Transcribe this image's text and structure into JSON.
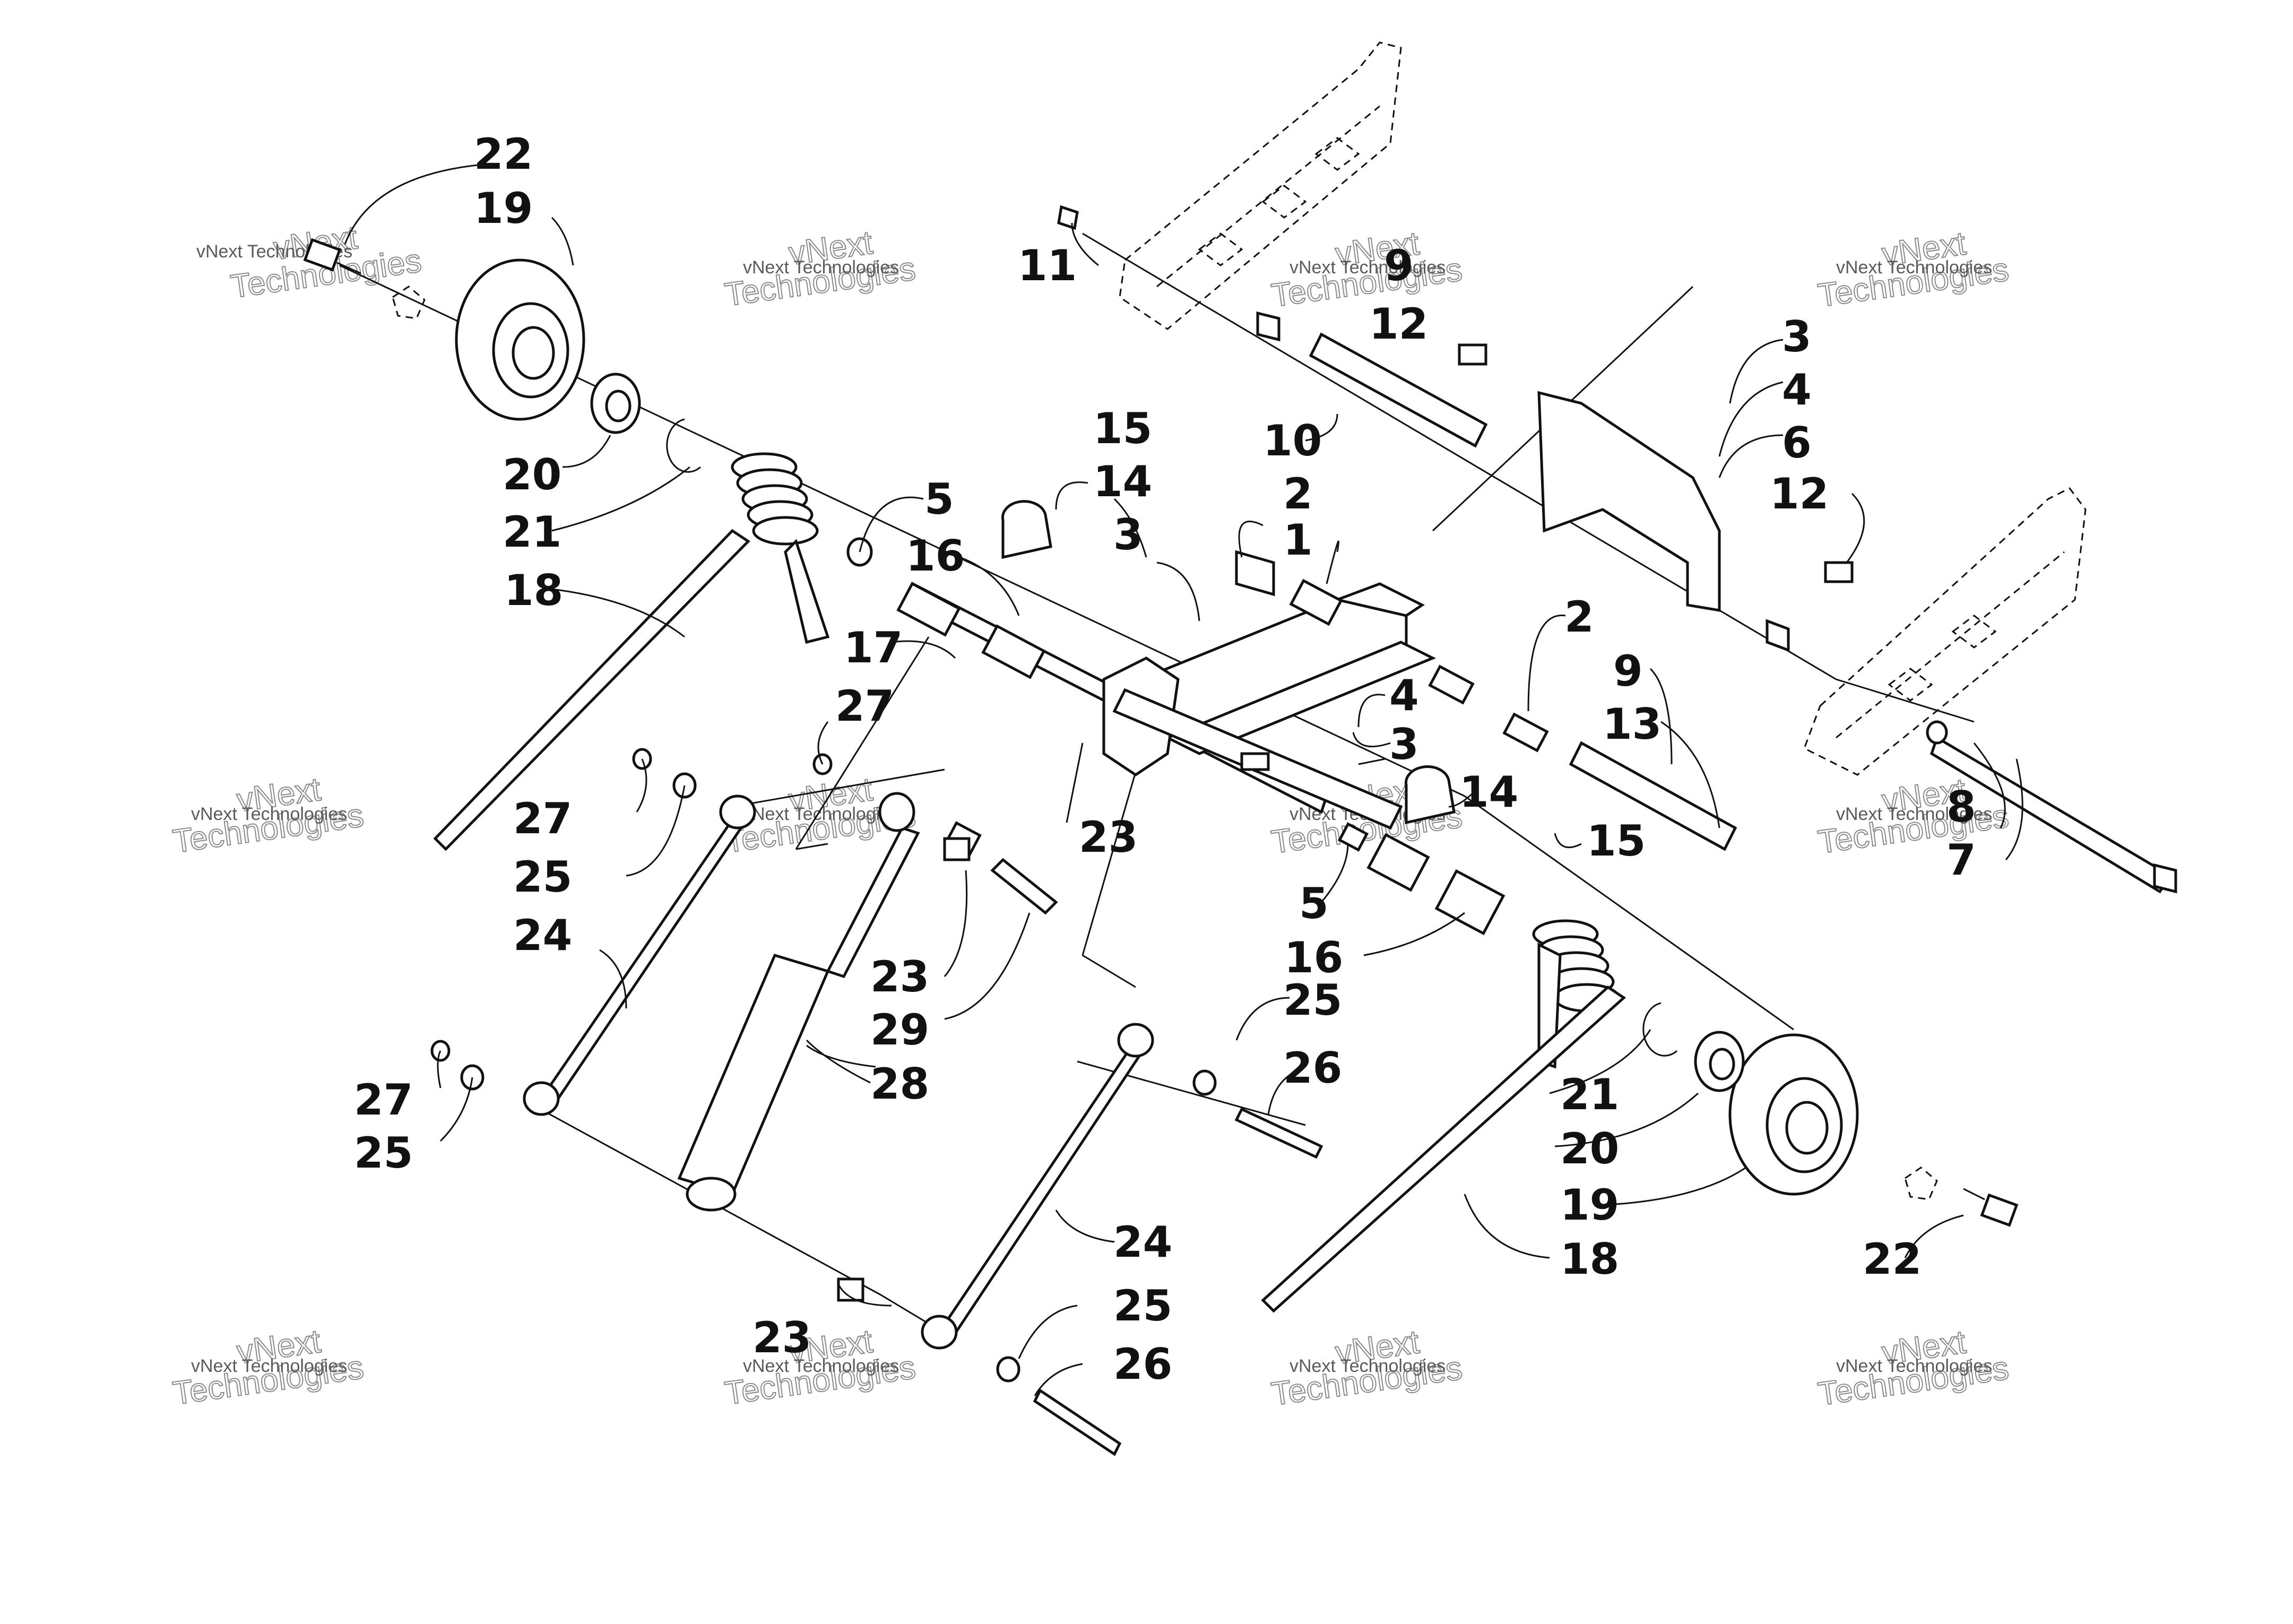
{
  "callouts": [
    {
      "id": "c22a",
      "text": "22"
    },
    {
      "id": "c19a",
      "text": "19"
    },
    {
      "id": "c20a",
      "text": "20"
    },
    {
      "id": "c21a",
      "text": "21"
    },
    {
      "id": "c18a",
      "text": "18"
    },
    {
      "id": "c5a",
      "text": "5"
    },
    {
      "id": "c16a",
      "text": "16"
    },
    {
      "id": "c17",
      "text": "17"
    },
    {
      "id": "c15a",
      "text": "15"
    },
    {
      "id": "c14a",
      "text": "14"
    },
    {
      "id": "c3a",
      "text": "3"
    },
    {
      "id": "c27a",
      "text": "27"
    },
    {
      "id": "c27b",
      "text": "27"
    },
    {
      "id": "c25a",
      "text": "25"
    },
    {
      "id": "c24a",
      "text": "24"
    },
    {
      "id": "c27c",
      "text": "27"
    },
    {
      "id": "c25b",
      "text": "25"
    },
    {
      "id": "c23a",
      "text": "23"
    },
    {
      "id": "c23b",
      "text": "23"
    },
    {
      "id": "c29",
      "text": "29"
    },
    {
      "id": "c28",
      "text": "28"
    },
    {
      "id": "c11",
      "text": "11"
    },
    {
      "id": "c9a",
      "text": "9"
    },
    {
      "id": "c12a",
      "text": "12"
    },
    {
      "id": "c10",
      "text": "10"
    },
    {
      "id": "c2a",
      "text": "2"
    },
    {
      "id": "c1",
      "text": "1"
    },
    {
      "id": "c3b",
      "text": "3"
    },
    {
      "id": "c4a",
      "text": "4"
    },
    {
      "id": "c6",
      "text": "6"
    },
    {
      "id": "c12b",
      "text": "12"
    },
    {
      "id": "c2b",
      "text": "2"
    },
    {
      "id": "c9b",
      "text": "9"
    },
    {
      "id": "c13",
      "text": "13"
    },
    {
      "id": "c4b",
      "text": "4"
    },
    {
      "id": "c3c",
      "text": "3"
    },
    {
      "id": "c14b",
      "text": "14"
    },
    {
      "id": "c15b",
      "text": "15"
    },
    {
      "id": "c5b",
      "text": "5"
    },
    {
      "id": "c16b",
      "text": "16"
    },
    {
      "id": "c8",
      "text": "8"
    },
    {
      "id": "c7",
      "text": "7"
    },
    {
      "id": "c25c",
      "text": "25"
    },
    {
      "id": "c26a",
      "text": "26"
    },
    {
      "id": "c21b",
      "text": "21"
    },
    {
      "id": "c20b",
      "text": "20"
    },
    {
      "id": "c19b",
      "text": "19"
    },
    {
      "id": "c18b",
      "text": "18"
    },
    {
      "id": "c22b",
      "text": "22"
    },
    {
      "id": "c24b",
      "text": "24"
    },
    {
      "id": "c23c",
      "text": "23"
    },
    {
      "id": "c25d",
      "text": "25"
    },
    {
      "id": "c26b",
      "text": "26"
    }
  ],
  "watermark": {
    "line1": "vNext Technologies",
    "line2": "vNext",
    "line3": "Technologies"
  }
}
